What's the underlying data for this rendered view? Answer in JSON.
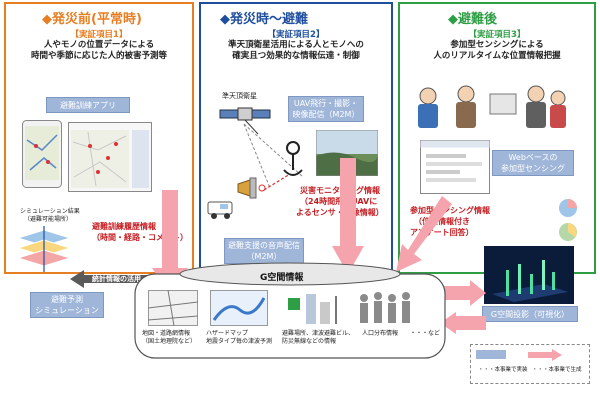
{
  "panels": [
    {
      "title": "◆発災前(平常時)",
      "tag": "【実証項目1】",
      "lines": [
        "人やモノの位置データによる",
        "時間や季節に応じた人的被害予測等"
      ],
      "app_box": "避難訓練アプリ",
      "color": "#e67e22"
    },
    {
      "title": "◆発災時～避難",
      "tag": "【実証項目2】",
      "lines": [
        "準天頂衛星活用による人とモノへの",
        "確実且つ効果的な情報伝達・制御"
      ],
      "color": "#1f4e9e"
    },
    {
      "title": "◆避難後",
      "tag": "【実証項目3】",
      "lines": [
        "参加型センシングによる",
        "人のリアルタイムな位置情報把握"
      ],
      "color": "#2e9e45"
    }
  ],
  "labels": {
    "satellite": "準天頂衛星",
    "uav_box": [
      "UAV飛行・撮影・",
      "映像配信（M2M）"
    ],
    "monitoring": [
      "災害モニタリング情報",
      "（24時間飛行UAVに",
      "よるセンサ・映像情報）"
    ],
    "voice_box": [
      "避難支援の音声配信",
      "（M2M）"
    ],
    "web_box": [
      "Webベースの",
      "参加型センシング"
    ],
    "sensing": [
      "参加型センシング情報",
      "（位置情報付き",
      "アンケート回答）"
    ],
    "history": [
      "避難訓練履歴情報",
      "（時間・経路・コメント）"
    ],
    "sim_result": [
      "シミュレーション結果",
      "（避難可能場所）"
    ],
    "stats": "統計情報の活用",
    "predict_box": [
      "避難予測",
      "シミュレーション"
    ],
    "g_info": "G空間情報",
    "g_projection": "G空間投影（可視化）",
    "data_items": [
      [
        "地図・道路網情報",
        "（国土地理院など）"
      ],
      [
        "ハザードマップ",
        "地震タイプ毎の津波予測"
      ],
      [
        "避難場所、津波避難ビル、",
        "防災無線などの情報"
      ],
      [
        "人口分布情報",
        ""
      ],
      [
        "・・・など",
        ""
      ]
    ],
    "legend": [
      "・・・本事業で実装",
      "・・・本事業で生成"
    ]
  },
  "colors": {
    "orange": "#e67e22",
    "blue": "#1f4e9e",
    "green": "#2e9e45",
    "red_text": "#c41e23",
    "pink_arrow": "#f5a3ad",
    "box_blue": "#9fb6d9"
  }
}
